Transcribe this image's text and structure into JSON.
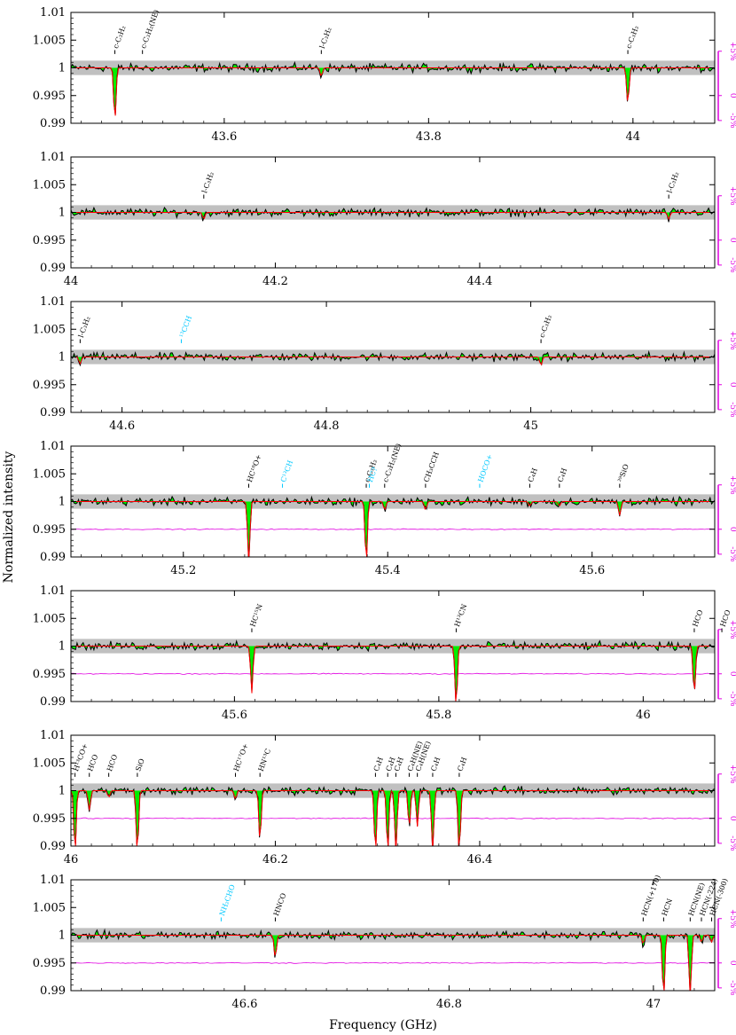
{
  "chart_data": {
    "type": "line",
    "xlabel": "Frequency (GHz)",
    "ylabel": "Normalized intensity",
    "colors": {
      "observed": "#000000",
      "model": "#ff0000",
      "fill": "#00ee00",
      "noise_band": "#c0c0c0",
      "residual": "#e000e0",
      "unidentified_label": "#00c8ff",
      "label": "#000000"
    },
    "residual_axis": {
      "tick_labels": [
        "+5%",
        "0",
        "-5%"
      ]
    },
    "panels": [
      {
        "xlim": [
          43.45,
          44.08
        ],
        "ylim": [
          0.99,
          1.01
        ],
        "xticks": [
          43.6,
          43.8,
          44
        ],
        "xtick_labels": [
          "43.6",
          "43.8",
          "44"
        ],
        "yticks": [
          0.99,
          0.995,
          1,
          1.005,
          1.01
        ],
        "ytick_labels": [
          "0.99",
          "0.995",
          "1",
          "1.005",
          "1.01"
        ],
        "show_residual": false,
        "lines": [
          {
            "x": 43.493,
            "label": "c-C3H2",
            "color": "label",
            "depth": 0.0095
          },
          {
            "x": 43.52,
            "label": "c-C3H2(NE)",
            "color": "label",
            "depth": 0
          },
          {
            "x": 43.695,
            "label": "l-C3H2",
            "color": "label",
            "depth": 0.0015
          },
          {
            "x": 43.995,
            "label": "c-C3H2",
            "color": "label",
            "depth": 0.0065
          }
        ]
      },
      {
        "xlim": [
          44.0,
          44.63
        ],
        "ylim": [
          0.99,
          1.01
        ],
        "xticks": [
          44,
          44.2,
          44.4
        ],
        "xtick_labels": [
          "44",
          "44.2",
          "44.4"
        ],
        "yticks": [
          0.99,
          0.995,
          1,
          1.005,
          1.01
        ],
        "ytick_labels": [
          "0.99",
          "0.995",
          "1",
          "1.005",
          "1.01"
        ],
        "show_residual": false,
        "lines": [
          {
            "x": 44.13,
            "label": "l-C3H2",
            "color": "label",
            "depth": 0.0012
          },
          {
            "x": 44.585,
            "label": "l-C3H2",
            "color": "label",
            "depth": 0.0012
          }
        ]
      },
      {
        "xlim": [
          44.55,
          45.18
        ],
        "ylim": [
          0.99,
          1.01
        ],
        "xticks": [
          44.6,
          44.8,
          45
        ],
        "xtick_labels": [
          "44.6",
          "44.8",
          "45"
        ],
        "yticks": [
          0.99,
          0.995,
          1,
          1.005,
          1.01
        ],
        "ytick_labels": [
          "0.99",
          "0.995",
          "1",
          "1.005",
          "1.01"
        ],
        "show_residual": false,
        "lines": [
          {
            "x": 44.559,
            "label": "l-C3H2",
            "color": "label",
            "depth": 0.0012
          },
          {
            "x": 44.658,
            "label": "13CCH",
            "color": "unidentified_label",
            "depth": 0
          },
          {
            "x": 45.01,
            "label": "c-C3H2",
            "color": "label",
            "depth": 0.0015
          }
        ]
      },
      {
        "xlim": [
          45.09,
          45.72
        ],
        "ylim": [
          0.99,
          1.01
        ],
        "xticks": [
          45.2,
          45.4,
          45.6
        ],
        "xtick_labels": [
          "45.2",
          "45.4",
          "45.6"
        ],
        "yticks": [
          0.99,
          0.995,
          1,
          1.005,
          1.01
        ],
        "ytick_labels": [
          "0.99",
          "0.995",
          "1",
          "1.005",
          "1.01"
        ],
        "show_residual": true,
        "lines": [
          {
            "x": 45.264,
            "label": "HC18O+",
            "color": "label",
            "depth": 0.011
          },
          {
            "x": 45.297,
            "label": "C13CH",
            "color": "unidentified_label",
            "depth": 0
          },
          {
            "x": 45.379,
            "label": "c-C3H2",
            "color": "label",
            "depth": 0.011
          },
          {
            "x": 45.382,
            "label": "HC?",
            "color": "unidentified_label",
            "depth": 0
          },
          {
            "x": 45.397,
            "label": "c-C3H2(NE)",
            "color": "label",
            "depth": 0.0015
          },
          {
            "x": 45.437,
            "label": "CH3CCH",
            "color": "label",
            "depth": 0.0015
          },
          {
            "x": 45.49,
            "label": "HOCO+",
            "color": "unidentified_label",
            "depth": 0
          },
          {
            "x": 45.539,
            "label": "C4H",
            "color": "label",
            "depth": 0.0008
          },
          {
            "x": 45.568,
            "label": "C4H",
            "color": "label",
            "depth": 0.0008
          },
          {
            "x": 45.627,
            "label": "29SiO",
            "color": "label",
            "depth": 0.0025
          }
        ]
      },
      {
        "xlim": [
          45.64,
          46.27
        ],
        "ylim": [
          0.99,
          1.01
        ],
        "xticks": [
          45.8,
          46,
          46.2
        ],
        "xtick_labels": [
          "45.6",
          "45.8",
          "46"
        ],
        "yticks": [
          0.99,
          0.995,
          1,
          1.005,
          1.01
        ],
        "ytick_labels": [
          "0.99",
          "0.995",
          "1",
          "1.005",
          "1.01"
        ],
        "show_residual": true,
        "lines": [
          {
            "x": 45.817,
            "label": "HC15N",
            "color": "label",
            "depth": 0.0085
          },
          {
            "x": 46.017,
            "label": "H13CN",
            "color": "label",
            "depth": 0.011
          },
          {
            "x": 46.25,
            "label": "HCO",
            "color": "label",
            "depth": 0.0085
          },
          {
            "x": 46.277,
            "label": "HCO",
            "color": "label",
            "depth": 0.0035
          },
          {
            "x": 46.307,
            "label": "H13CO+",
            "color": "label",
            "depth": 0.011
          },
          {
            "x": 46.325,
            "label": "HCO",
            "color": "label",
            "depth": 0.004
          },
          {
            "x": 46.345,
            "label": "HCO",
            "color": "label",
            "depth": 0.0012
          }
        ]
      },
      {
        "xlim": [
          46.0,
          46.63
        ],
        "ylim": [
          0.99,
          1.01
        ],
        "xticks": [
          46,
          46.2,
          46.4
        ],
        "xtick_labels": [
          "46",
          "46.2",
          "46.4"
        ],
        "yticks": [
          0.99,
          0.995,
          1,
          1.005,
          1.01
        ],
        "ytick_labels": [
          "0.99",
          "0.995",
          "1",
          "1.005",
          "1.01"
        ],
        "show_residual": true,
        "lines": [
          {
            "x": 46.004,
            "label": "H13CO+",
            "color": "label",
            "depth": 0.011
          },
          {
            "x": 46.018,
            "label": "HCO",
            "color": "label",
            "depth": 0.0035
          },
          {
            "x": 46.037,
            "label": "HCO",
            "color": "label",
            "depth": 0.0012
          },
          {
            "x": 46.065,
            "label": "SiO",
            "color": "label",
            "depth": 0.011
          },
          {
            "x": 46.161,
            "label": "HC17O+",
            "color": "label",
            "depth": 0.0015
          },
          {
            "x": 46.185,
            "label": "HN13C",
            "color": "label",
            "depth": 0.009
          },
          {
            "x": 46.298,
            "label": "C4H",
            "color": "label",
            "depth": 0.011
          },
          {
            "x": 46.31,
            "label": "C4H",
            "color": "label",
            "depth": 0.011
          },
          {
            "x": 46.318,
            "label": "C4H",
            "color": "label",
            "depth": 0.011
          },
          {
            "x": 46.331,
            "label": "C4H(NE)",
            "color": "label",
            "depth": 0.0065
          },
          {
            "x": 46.339,
            "label": "C4H(NE)",
            "color": "label",
            "depth": 0.0065
          },
          {
            "x": 46.354,
            "label": "C4H",
            "color": "label",
            "depth": 0.011
          },
          {
            "x": 46.38,
            "label": "C4H",
            "color": "label",
            "depth": 0.011
          }
        ]
      },
      {
        "xlim": [
          46.43,
          47.06
        ],
        "ylim": [
          0.99,
          1.01
        ],
        "xticks": [
          46.6,
          46.8,
          47
        ],
        "xtick_labels": [
          "46.6",
          "46.8",
          "47"
        ],
        "yticks": [
          0.99,
          0.995,
          1,
          1.005,
          1.01
        ],
        "ytick_labels": [
          "0.99",
          "0.995",
          "1",
          "1.005",
          "1.01"
        ],
        "show_residual": true,
        "lines": [
          {
            "x": 46.577,
            "label": "NH2CHO",
            "color": "unidentified_label",
            "depth": 0
          },
          {
            "x": 46.63,
            "label": "HNCO",
            "color": "label",
            "depth": 0.004
          },
          {
            "x": 46.99,
            "label": "HCN(+170)",
            "color": "label",
            "depth": 0.0015
          },
          {
            "x": 47.01,
            "label": "HCN",
            "color": "label",
            "depth": 0.011
          },
          {
            "x": 47.036,
            "label": "HCN(NE)",
            "color": "label",
            "depth": 0.011
          },
          {
            "x": 47.047,
            "label": "HCN(-224)",
            "color": "label",
            "depth": 0.0012
          },
          {
            "x": 47.057,
            "label": "HCN(-300)",
            "color": "label",
            "depth": 0.0012
          }
        ]
      }
    ]
  }
}
